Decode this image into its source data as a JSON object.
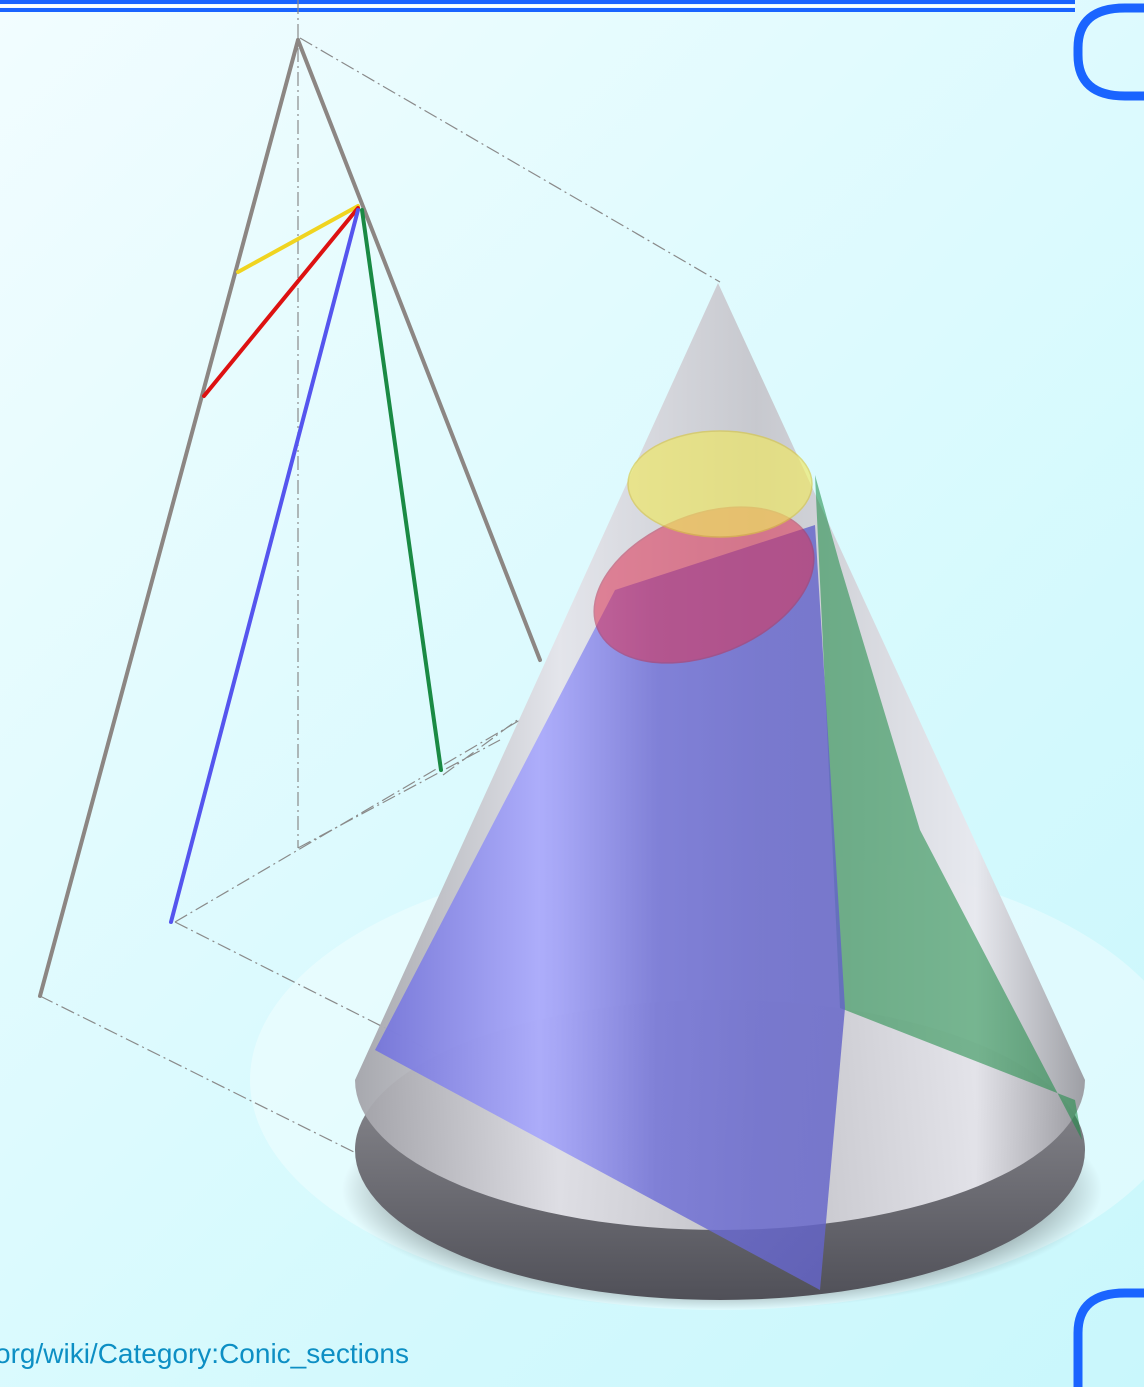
{
  "caption": {
    "source_url_fragment": "org/wiki/Category:Conic_sections"
  },
  "colors": {
    "background": "#d3f9fd",
    "rule_blue": "#1a64ff",
    "frame_gray": "#8c8683",
    "circle_cut": "#f0d420",
    "ellipse_cut": "#dd1111",
    "parabola_cut": "#5555ee",
    "hyperbola_cut": "#1a8a44",
    "cone_body": "#b8b8bc",
    "cone_rim": "#505058",
    "caption_text": "#0d8fc4"
  },
  "icons": {
    "top_right_decoration": "blue-bracket-corner",
    "bottom_right_decoration": "blue-bracket-corner"
  }
}
